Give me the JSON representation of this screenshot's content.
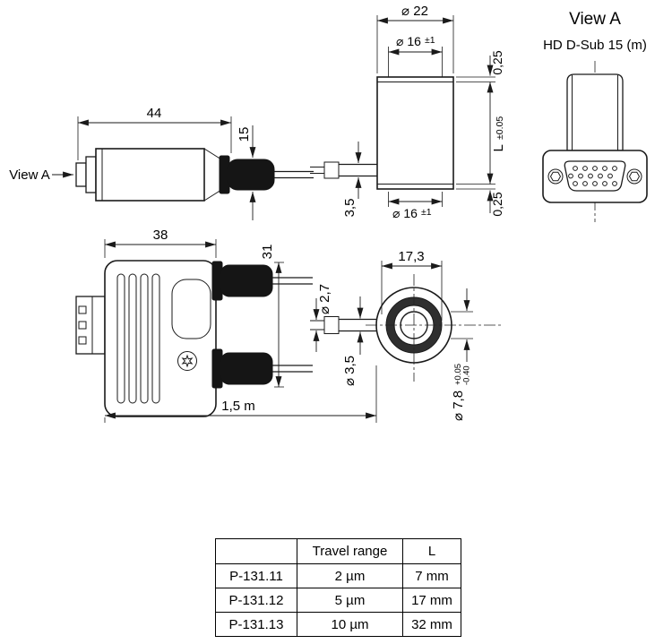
{
  "drawing": {
    "side_view": {
      "view_a_arrow_label": "View A",
      "dim_length": "44",
      "dim_boot": "15"
    },
    "front_view": {
      "dim_outer_diameter": "⌀ 22",
      "dim_top_inner_diameter": "⌀ 16",
      "dim_top_inner_tol": "±1",
      "dim_top_offset": "0,25",
      "dim_length_main": "L",
      "dim_length_tol": "±0.05",
      "dim_cable_diameter": "3,5",
      "dim_bottom_inner_diameter": "⌀ 16",
      "dim_bottom_inner_tol": "±1",
      "dim_bottom_offset": "0,25"
    },
    "view_a": {
      "title": "View A",
      "subtitle": "HD D-Sub 15 (m)"
    },
    "top_view": {
      "dim_width": "38",
      "dim_height": "31",
      "dim_cable_length": "1,5 m"
    },
    "section_view": {
      "dim_offset": "17,3",
      "dim_wire_diameter": "⌀ 2,7",
      "dim_sheath_diameter": "⌀ 3,5",
      "dim_hole_diameter": "⌀ 7,8",
      "dim_hole_tol_plus": "+0.05",
      "dim_hole_tol_minus": "-0.40"
    }
  },
  "table": {
    "headers": [
      "",
      "Travel range",
      "L"
    ],
    "rows": [
      [
        "P-131.11",
        "2 µm",
        "7 mm"
      ],
      [
        "P-131.12",
        "5 µm",
        "17 mm"
      ],
      [
        "P-131.13",
        "10 µm",
        "32 mm"
      ]
    ]
  }
}
